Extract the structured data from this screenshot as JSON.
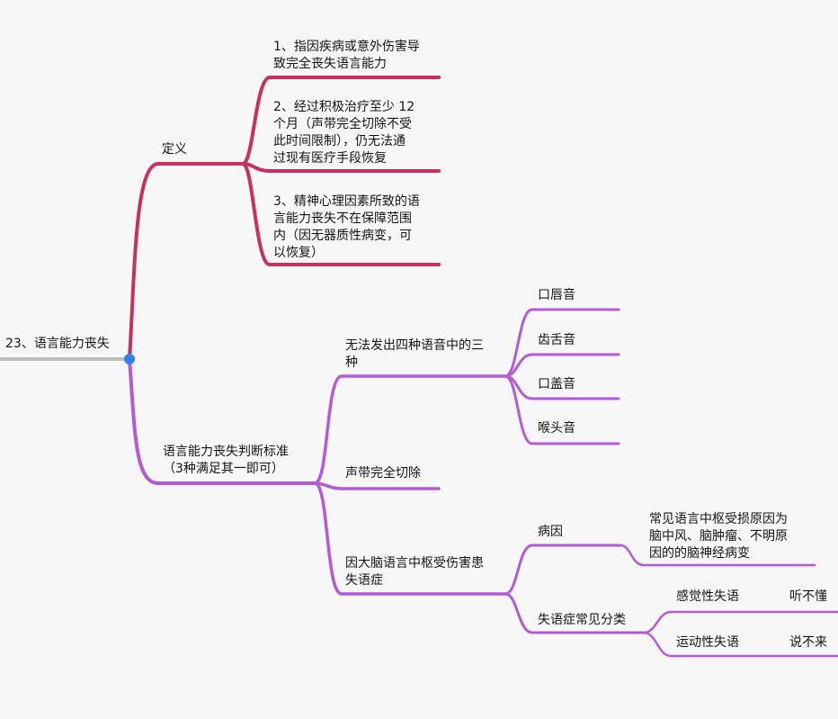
{
  "colors": {
    "background": "#f7f7f7",
    "root_line": "#bdbdbd",
    "hub": "#2f86e8",
    "definition_branch": "#c8315f",
    "criteria_branch": "#b45ad6"
  },
  "root": {
    "label": "23、语言能力丧失"
  },
  "definition": {
    "label": "定义",
    "items": [
      "1、指因疾病或意外伤害导\n致完全丧失语言能力",
      "2、经过积极治疗至少 12\n个月（声带完全切除不受\n此时间限制），仍无法通\n过现有医疗手段恢复",
      "3、精神心理因素所致的语\n言能力丧失不在保障范围\n内（因无器质性病变，可\n以恢复）"
    ]
  },
  "criteria": {
    "label": "语言能力丧失判断标准\n（3种满足其一即可）",
    "sound": {
      "label": "无法发出四种语音中的三\n种",
      "items": [
        "口唇音",
        "齿舌音",
        "口盖音",
        "喉头音"
      ]
    },
    "vocal": {
      "label": "声带完全切除"
    },
    "brain": {
      "label": "因大脑语言中枢受伤害患\n失语症",
      "cause": {
        "label": "病因",
        "detail": "常见语言中枢受损原因为\n脑中风、脑肿瘤、不明原\n因的的脑神经病变"
      },
      "types": {
        "label": "失语症常见分类",
        "items": [
          {
            "name": "感觉性失语",
            "desc": "听不懂"
          },
          {
            "name": "运动性失语",
            "desc": "说不来"
          }
        ]
      }
    }
  }
}
